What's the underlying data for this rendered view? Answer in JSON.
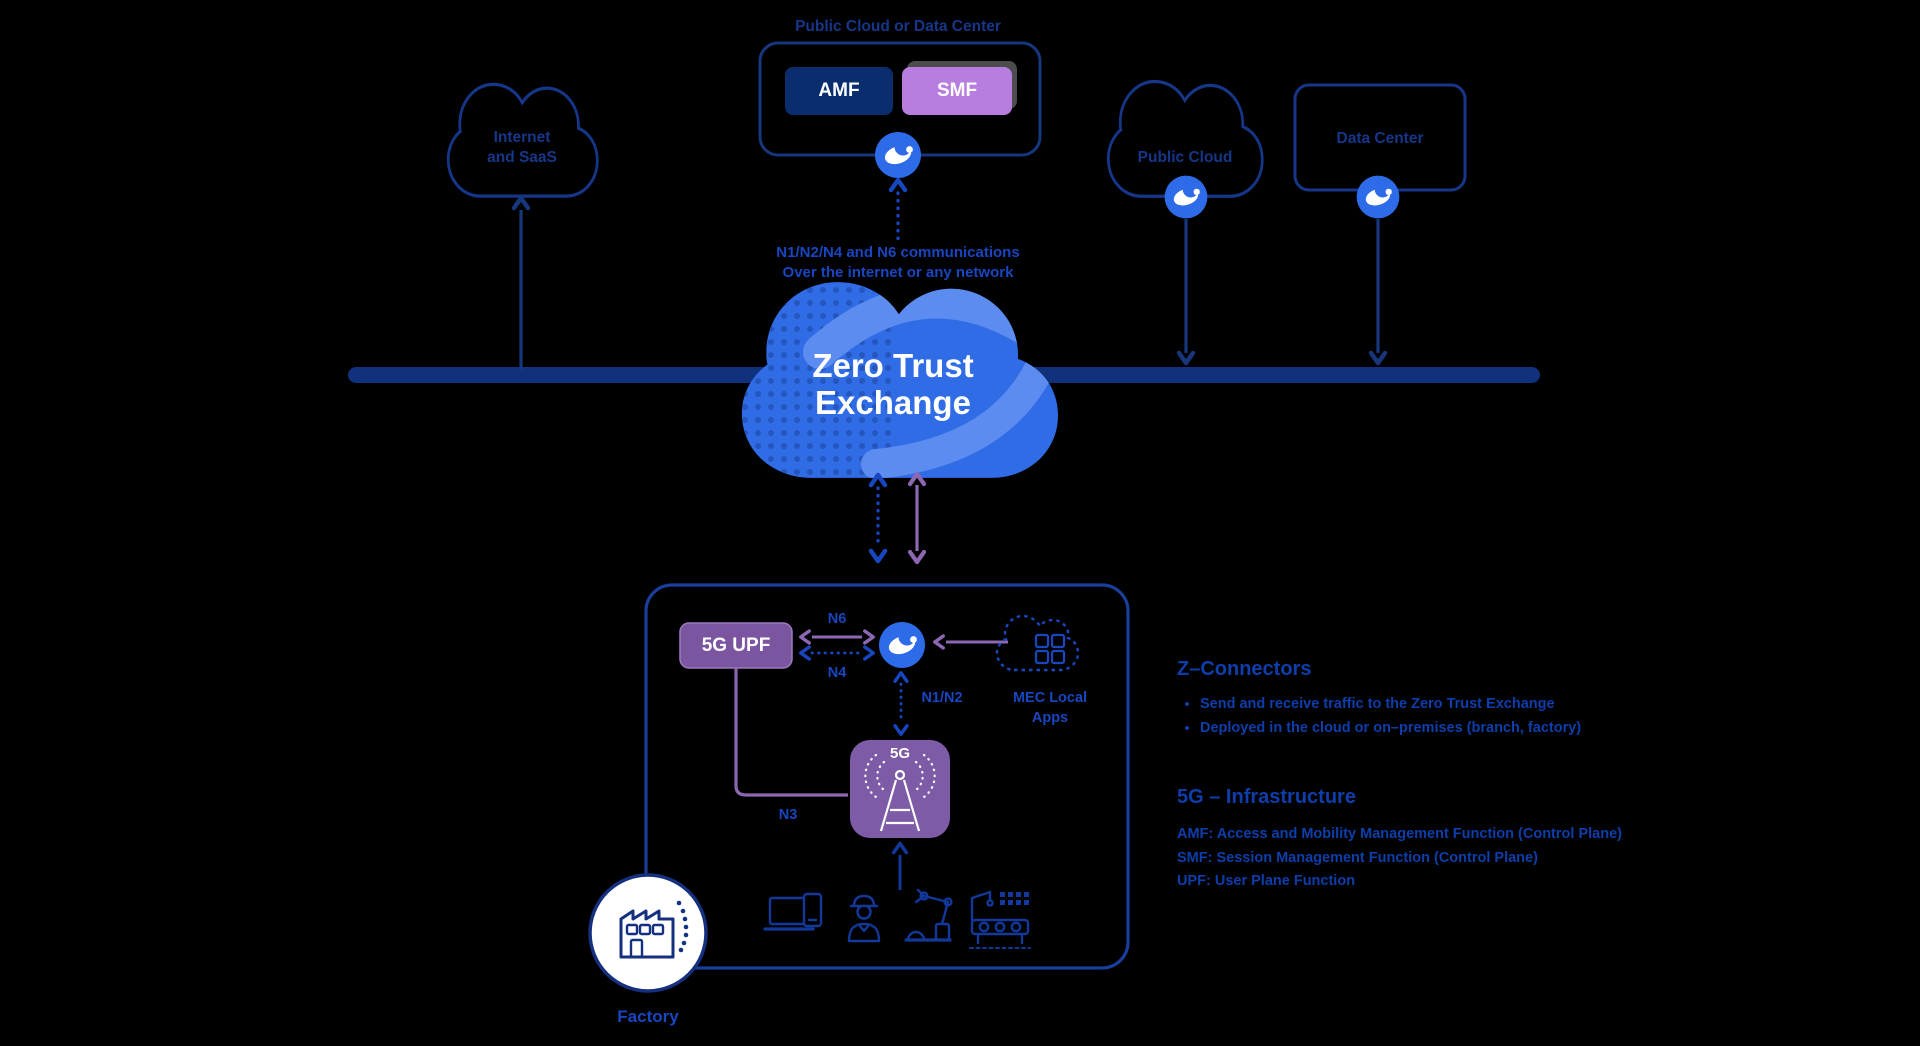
{
  "top": {
    "group_label": "Public Cloud or Data Center",
    "amf_label": "AMF",
    "smf_label": "SMF",
    "internet_cloud_label": "Internet\nand SaaS",
    "public_cloud_label": "Public Cloud",
    "data_center_label": "Data Center",
    "comm_note": "N1/N2/N4 and N6 communications\nOver the internet or any network"
  },
  "exchange": {
    "label": "Zero Trust\nExchange"
  },
  "site": {
    "upf_label": "5G UPF",
    "n6_label": "N6",
    "n4_label": "N4",
    "n1n2_label": "N1/N2",
    "n3_label": "N3",
    "mec_label": "MEC Local\nApps",
    "ran_label": "5G",
    "factory_label": "Factory"
  },
  "legend": {
    "z_connectors_title": "Z–Connectors",
    "z_connectors_bullets": [
      "Send and receive traffic to the Zero Trust Exchange",
      "Deployed in the cloud or on–premises (branch, factory)"
    ],
    "infrastructure_title": "5G – Infrastructure",
    "infrastructure_lines": [
      "AMF: Access and Mobility Management Function (Control Plane)",
      "SMF: Session Management Function (Control Plane)",
      "UPF: User Plane Function"
    ]
  },
  "icons": {
    "zscaler_connector": "zscaler-logo-icon",
    "internet_cloud": "cloud-outline-icon",
    "public_cloud": "cloud-outline-icon",
    "mec_apps": "dashed-cloud-apps-icon",
    "ran_tower": "5g-antenna-tower-icon",
    "devices": [
      "laptop-phone-icon",
      "worker-icon",
      "robotic-arm-icon",
      "conveyor-machine-icon"
    ],
    "factory": "factory-icon"
  },
  "colors": {
    "background": "#000000",
    "navy_outline": "#16377E",
    "bar_navy": "#12317C",
    "bright_blue": "#2E6BE8",
    "exchange_cloud": "#2F6CE6",
    "exchange_swoosh": "#5C8CF0",
    "label_blue": "#1846C0",
    "legend_blue": "#0D3EAC",
    "purple_line": "#8C68B4",
    "amf_fill": "#0A2D6E",
    "smf_fill": "#B77EE0",
    "upf_fill": "#7C55A0",
    "ran_fill": "#7D5BA6"
  }
}
